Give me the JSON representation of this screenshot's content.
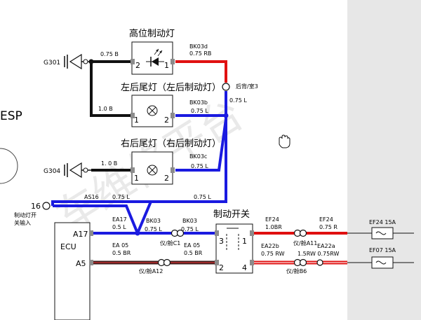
{
  "background": {
    "page": "#ffffff",
    "right_panel": "#e7e7e7"
  },
  "colors": {
    "black": "#111111",
    "blue": "#1a1ae0",
    "red": "#e01010",
    "connector_gray": "#8c8c8c",
    "pink": "#f0a8a8"
  },
  "watermark": {
    "text": "车维修平台"
  },
  "side_text": {
    "esp": "ESP"
  },
  "grounds": {
    "g301": "G301",
    "g304": "G304"
  },
  "components": {
    "high_brake_lamp": "高位制动灯",
    "left_tail_lamp": "左后尾灯（左后制动灯）",
    "right_tail_lamp": "右后尾灯（右后制动灯）",
    "brake_switch": "制动开关",
    "ecu": "ECU"
  },
  "pins": {
    "hbl_2": "2",
    "hbl_1": "1",
    "lt_1": "1",
    "lt_2": "2",
    "rt_1": "1",
    "rt_2": "2",
    "sw_3": "3",
    "sw_1": "1",
    "sw_2": "2",
    "sw_4": "4",
    "ecu_a17": "A17",
    "ecu_a5": "A5",
    "ext_16": "16"
  },
  "wires": {
    "g301_hbl": "0.75 B",
    "g301_lt": "1.0 B",
    "g304_rt": "1. 0  B",
    "bk03d_code": "BK03d",
    "bk03d_spec": "0.75 RB",
    "bk03b_code": "BK03b",
    "bk03b_spec": "0.75 L",
    "bk03c_code": "BK03c",
    "bk03c_spec": "0.75 L",
    "vertical_spec": "0.75 L",
    "bottom_spec": "0.75 L",
    "as16_code": "AS16",
    "as16_spec": "0.75 L",
    "ea17_code": "EA17",
    "ea17_spec": "0.5 L",
    "bk03_left_code": "BK03",
    "bk03_left_spec": "0.75  L",
    "bk03_right_code": "BK03",
    "bk03_right_spec": "0.75  L",
    "ea05_left_code": "EA 05",
    "ea05_left_spec": "0.5 BR",
    "ea05_right_code": "EA 05",
    "ea05_right_spec": "0.5 BR",
    "ef24_left_code": "EF24",
    "ef24_left_spec": "1.0BR",
    "ef24_right_code": "EF24",
    "ef24_right_spec": "0.75 R",
    "ea22b_code": "EA22b",
    "ea22b_spec": "0.75 RW",
    "ea22a_code": "EA22a",
    "ea22a_spec": "1.5RW  0.75RW"
  },
  "connectors": {
    "rear_wall": "后背/室3",
    "c1": "仪/舱C1",
    "a12": "仪/舱A12",
    "a11": "仪/舱A11",
    "b6": "仪/舱B6"
  },
  "ext_label": {
    "line1": "制动灯开",
    "line2": "关输入"
  },
  "fuses": {
    "ef24": "EF24  15A",
    "ef07": "EF07  15A"
  }
}
